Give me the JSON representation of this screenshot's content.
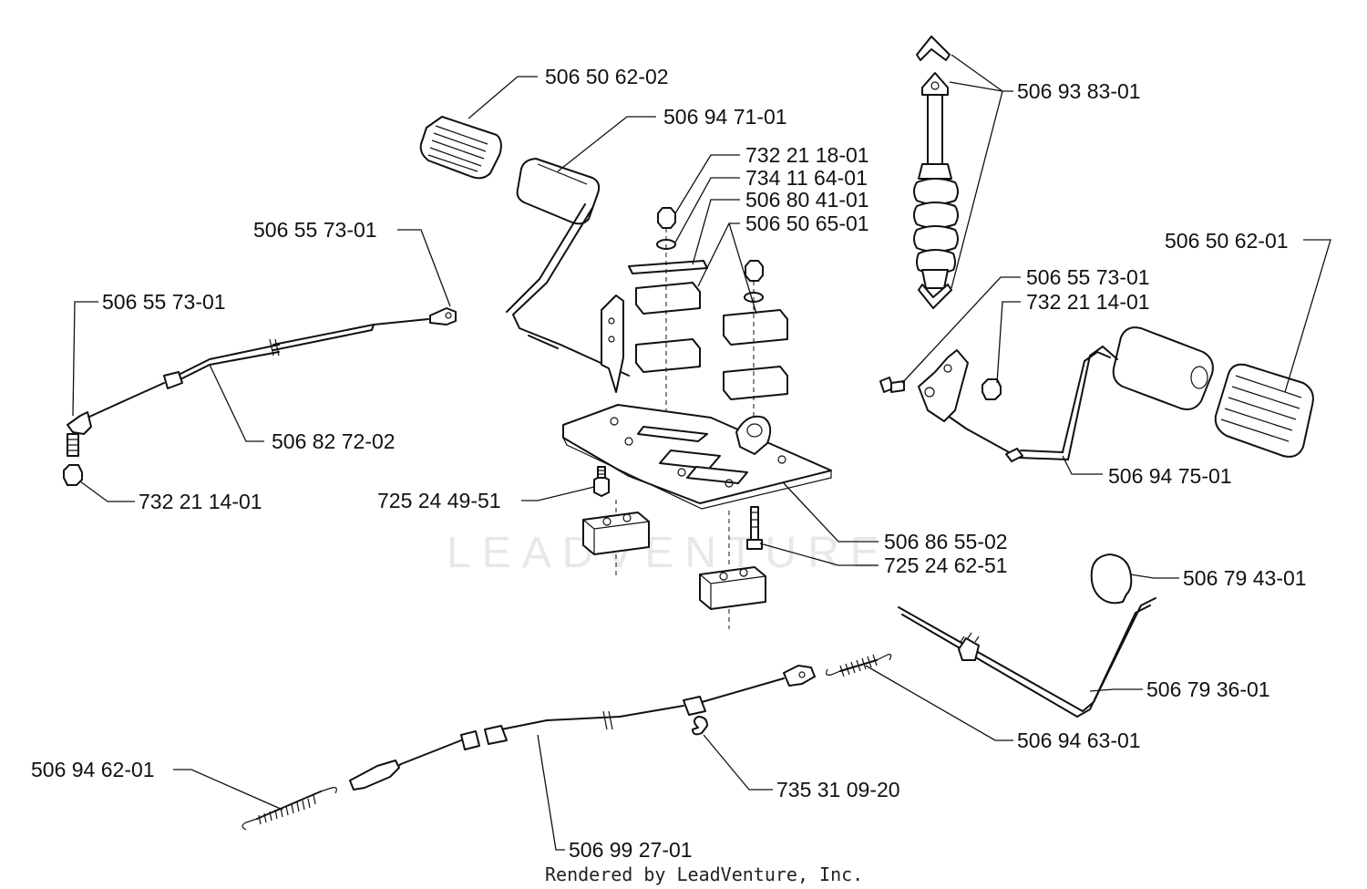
{
  "watermark": "LEADVENTURE",
  "footer": "Rendered by LeadVenture, Inc.",
  "labels": [
    {
      "id": "l1",
      "text": "506 50 62-02"
    },
    {
      "id": "l2",
      "text": "506 94 71-01"
    },
    {
      "id": "l3",
      "text": "732 21 18-01"
    },
    {
      "id": "l4",
      "text": "734 11 64-01"
    },
    {
      "id": "l5",
      "text": "506 80 41-01"
    },
    {
      "id": "l6",
      "text": "506 50 65-01"
    },
    {
      "id": "l7",
      "text": "506 93 83-01"
    },
    {
      "id": "l8",
      "text": "506 50 62-01"
    },
    {
      "id": "l9",
      "text": "506 55 73-01"
    },
    {
      "id": "l10",
      "text": "506 55 73-01"
    },
    {
      "id": "l11",
      "text": "506 55 73-01"
    },
    {
      "id": "l12",
      "text": "732 21 14-01"
    },
    {
      "id": "l13",
      "text": "506 82 72-02"
    },
    {
      "id": "l14",
      "text": "732 21 14-01"
    },
    {
      "id": "l15",
      "text": "725 24 49-51"
    },
    {
      "id": "l16",
      "text": "506 94 75-01"
    },
    {
      "id": "l17",
      "text": "506 86 55-02"
    },
    {
      "id": "l18",
      "text": "725 24 62-51"
    },
    {
      "id": "l19",
      "text": "506 79 43-01"
    },
    {
      "id": "l20",
      "text": "506 79 36-01"
    },
    {
      "id": "l21",
      "text": "506 94 63-01"
    },
    {
      "id": "l22",
      "text": "506 94 62-01"
    },
    {
      "id": "l23",
      "text": "735 31 09-20"
    },
    {
      "id": "l24",
      "text": "506 99 27-01"
    }
  ]
}
